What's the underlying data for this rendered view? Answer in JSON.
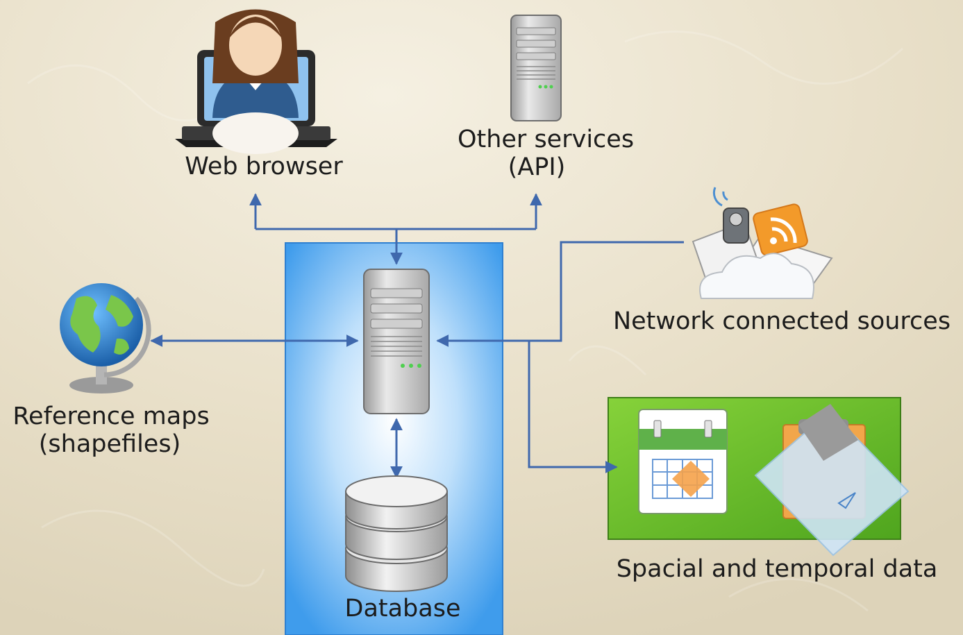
{
  "diagram": {
    "nodes": {
      "web_browser": {
        "label": "Web browser",
        "icon": "user-laptop-icon"
      },
      "other_services": {
        "label_line1": "Other services",
        "label_line2": "(API)",
        "icon": "server-icon"
      },
      "network_sources": {
        "label": "Network connected sources",
        "icon": "cloud-rss-icon"
      },
      "reference_maps": {
        "label_line1": "Reference maps",
        "label_line2": "(shapefiles)",
        "icon": "globe-icon"
      },
      "spatial_temporal": {
        "label": "Spacial and temporal data",
        "icons": [
          "calendar-icon",
          "clipboard-icon"
        ]
      },
      "central_server": {
        "icon": "server-icon"
      },
      "database": {
        "label": "Database",
        "icon": "database-icon"
      }
    },
    "colors": {
      "background": "#e9e1cc",
      "server_panel": "#4ea6ec",
      "data_panel": "#6cbf2c",
      "arrow": "#3f68ad",
      "text": "#1c1c1c"
    }
  }
}
